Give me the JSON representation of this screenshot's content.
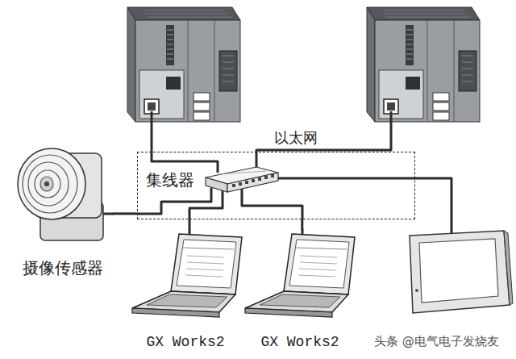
{
  "diagram": {
    "nodes": [
      {
        "text": [
          "集线器"
        ]
      },
      {
        "text": [
          "摄像传感器"
        ]
      },
      {
        "text": [
          "GX Works2"
        ]
      },
      {
        "text": [
          "GX Works2"
        ]
      }
    ],
    "edges": [
      {
        "from": 1,
        "to": 0,
        "arrow": "none"
      },
      {
        "from": 2,
        "to": 0,
        "arrow": "none"
      },
      {
        "from": 3,
        "to": 0,
        "arrow": "none"
      }
    ],
    "labels": [
      "以太网",
      "头条 @电气电子发烧友"
    ]
  }
}
